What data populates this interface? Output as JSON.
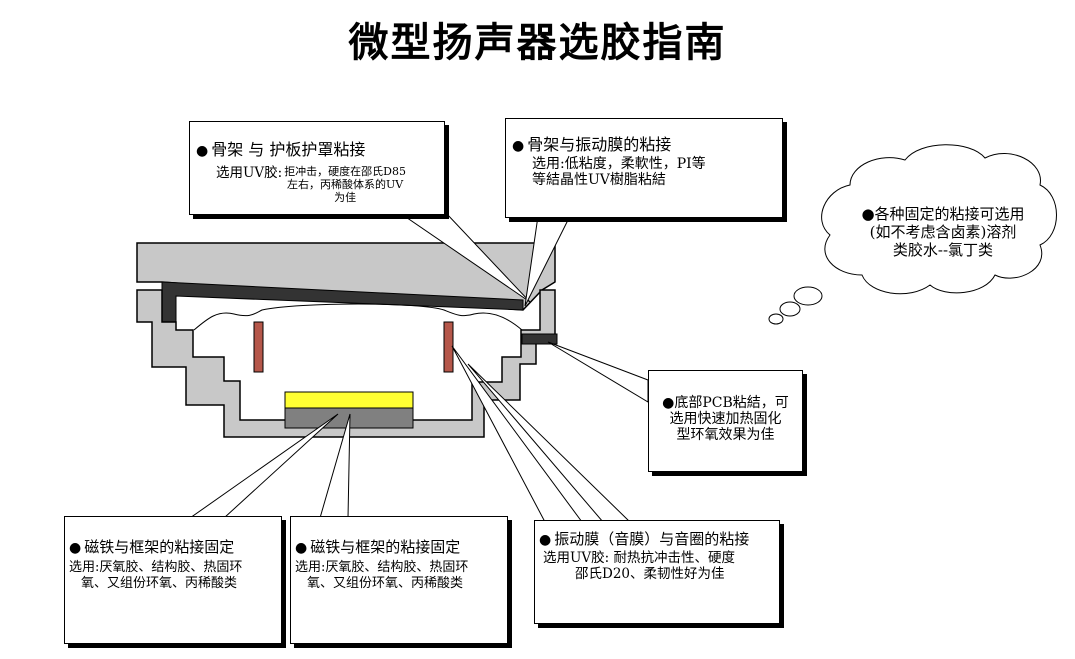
{
  "title": "微型扬声器选胶指南",
  "callouts": {
    "skeleton_guard": {
      "heading": "骨架  与  护板护罩粘接",
      "prefix": "选用UV胶:",
      "line1": "拒冲击，硬度在邵氏D85",
      "line2": "左右，丙稀酸体系的UV",
      "line3": "为佳"
    },
    "skeleton_diaphragm": {
      "heading": "骨架与振动膜的粘接",
      "line1": "选用:低粘度，柔軟性，PI等",
      "line2": "等結晶性UV樹脂粘結"
    },
    "cloud": {
      "line1": "各种固定的粘接可选用",
      "line2": "(如不考虑含卤素)溶剂",
      "line3": "类胶水--氯丁类"
    },
    "pcb": {
      "line1": "底部PCB粘結，可",
      "line2": "选用快速加热固化",
      "line3": "型环氧效果为佳"
    },
    "magnet_1": {
      "heading": "磁铁与框架的粘接固定",
      "line1": "选用:厌氧胶、结构胶、热固环",
      "line2": "氧、又组份环氧、丙稀酸类"
    },
    "magnet_2": {
      "heading": "磁铁与框架的粘接固定",
      "line1": "选用:厌氧胶、结构胶、热固环",
      "line2": "氧、又组份环氧、丙稀酸类"
    },
    "diaphragm_coil": {
      "heading": "振动膜（音膜）与音圈的粘接",
      "line1": "选用UV胶: 耐热抗冲击性、硬度",
      "line2": "邵氏D20、柔韧性好为佳"
    }
  },
  "colors": {
    "frame_gray": "#c8c8c8",
    "dark_layer": "#333333",
    "magnet_yellow": "#ffff33",
    "magnet_base": "#808080",
    "coil_red": "#b5574a",
    "outline": "#000000"
  }
}
